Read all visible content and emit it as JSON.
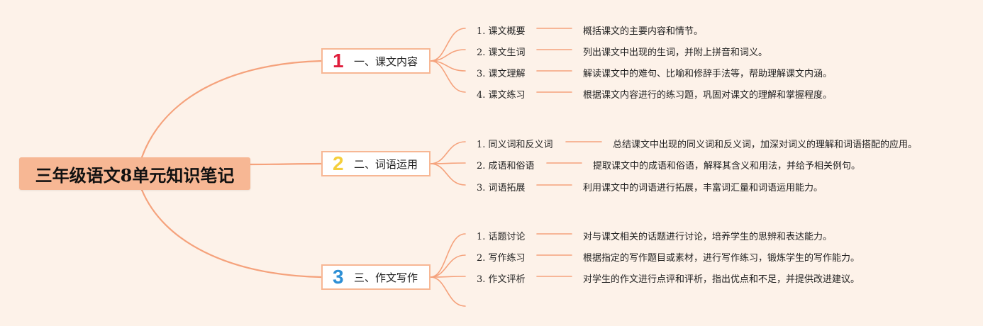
{
  "root": {
    "title": "三年级语文8单元知识笔记"
  },
  "branches": [
    {
      "number": "1",
      "color": "#e01d3c",
      "label": "一、课文内容",
      "items": [
        {
          "label": "1. 课文概要",
          "desc": "概括课文的主要内容和情节。"
        },
        {
          "label": "2. 课文生词",
          "desc": "列出课文中出现的生词，并附上拼音和词义。"
        },
        {
          "label": "3. 课文理解",
          "desc": "解读课文中的难句、比喻和修辞手法等，帮助理解课文内涵。"
        },
        {
          "label": "4. 课文练习",
          "desc": "根据课文内容进行的练习题，巩固对课文的理解和掌握程度。"
        }
      ]
    },
    {
      "number": "2",
      "color": "#f5cf3c",
      "label": "二、词语运用",
      "items": [
        {
          "label": "1. 同义词和反义词",
          "desc": "总结课文中出现的同义词和反义词，加深对词义的理解和词语搭配的应用。"
        },
        {
          "label": "2. 成语和俗语",
          "desc": "提取课文中的成语和俗语，解释其含义和用法，并给予相关例句。"
        },
        {
          "label": "3. 词语拓展",
          "desc": "利用课文中的词语进行拓展，丰富词汇量和词语运用能力。"
        }
      ]
    },
    {
      "number": "3",
      "color": "#2d8fd5",
      "label": "三、作文写作",
      "items": [
        {
          "label": "1. 话题讨论",
          "desc": "对与课文相关的话题进行讨论，培养学生的思辨和表达能力。"
        },
        {
          "label": "2. 写作练习",
          "desc": "根据指定的写作题目或素材，进行写作练习，锻炼学生的写作能力。"
        },
        {
          "label": "3. 作文评析",
          "desc": "对学生的作文进行点评和评析，指出优点和不足，并提供改进建议。"
        }
      ]
    }
  ],
  "colors": {
    "line": "#f5a27c",
    "root_fill": "#f7b794",
    "background": "#fdf2e9"
  }
}
